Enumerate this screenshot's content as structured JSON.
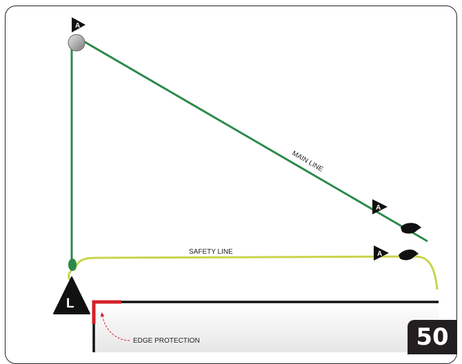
{
  "labels": {
    "main_line": "MAIN LINE",
    "safety_line": "SAFETY LINE",
    "edge_protection": "EDGE PROTECTION"
  },
  "markers": {
    "anchor": "A",
    "load": "L"
  },
  "page_number": "50",
  "colors": {
    "main_line": "#2a8a4a",
    "safety_line": "#c8d44a",
    "edge_protection": "#d42027",
    "marker": "#111111"
  }
}
